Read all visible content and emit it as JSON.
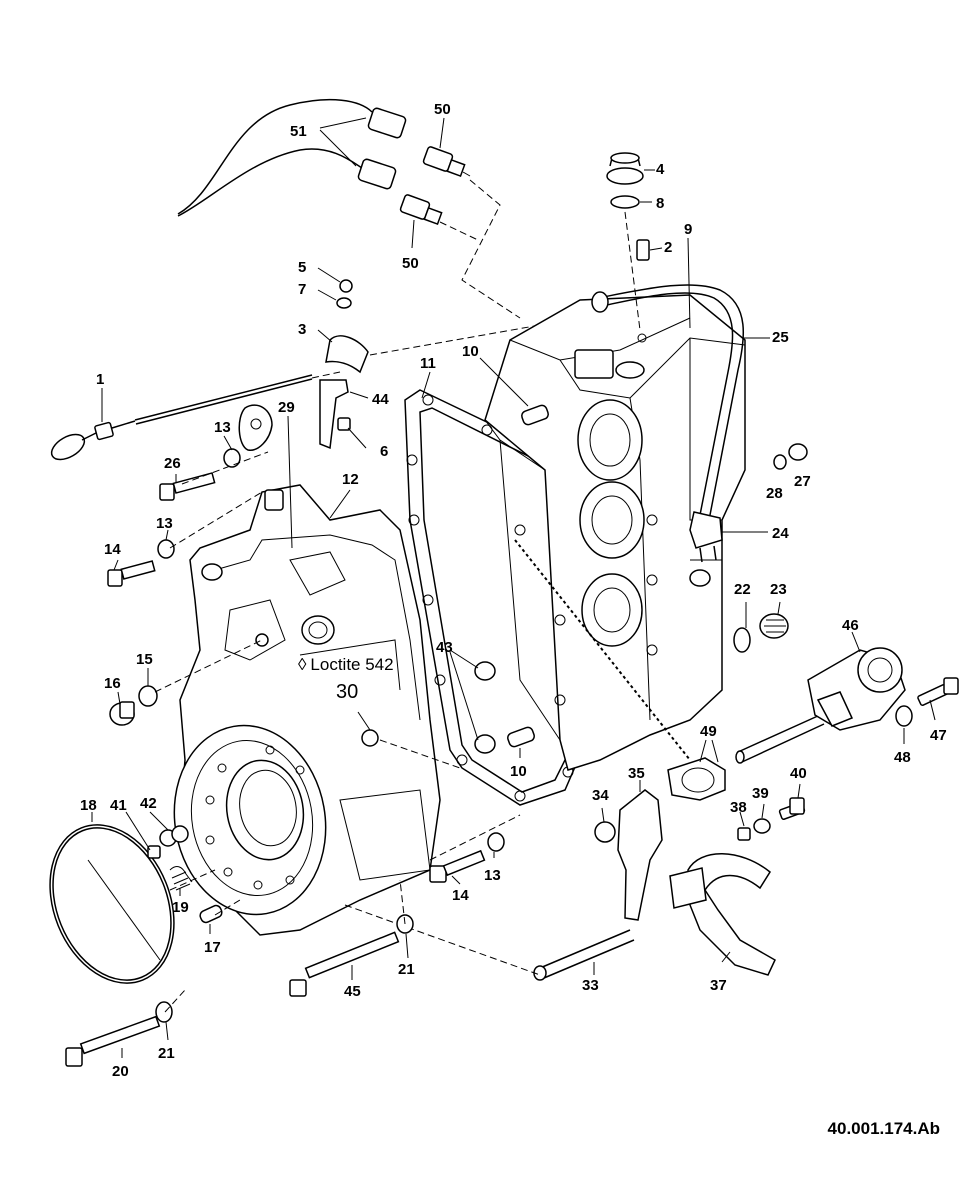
{
  "reference_code": "40.001.174.Ab",
  "note": {
    "text": "Loctite 542",
    "symbol": "◊"
  },
  "callouts": [
    {
      "id": "c1",
      "text": "1"
    },
    {
      "id": "c2",
      "text": "2"
    },
    {
      "id": "c3",
      "text": "3"
    },
    {
      "id": "c4",
      "text": "4"
    },
    {
      "id": "c5",
      "text": "5"
    },
    {
      "id": "c6",
      "text": "6"
    },
    {
      "id": "c7",
      "text": "7"
    },
    {
      "id": "c8",
      "text": "8"
    },
    {
      "id": "c9",
      "text": "9"
    },
    {
      "id": "c10a",
      "text": "10"
    },
    {
      "id": "c10b",
      "text": "10"
    },
    {
      "id": "c11",
      "text": "11"
    },
    {
      "id": "c12",
      "text": "12"
    },
    {
      "id": "c13a",
      "text": "13"
    },
    {
      "id": "c13b",
      "text": "13"
    },
    {
      "id": "c13c",
      "text": "13"
    },
    {
      "id": "c14a",
      "text": "14"
    },
    {
      "id": "c14b",
      "text": "14"
    },
    {
      "id": "c15",
      "text": "15"
    },
    {
      "id": "c16",
      "text": "16"
    },
    {
      "id": "c17",
      "text": "17"
    },
    {
      "id": "c18",
      "text": "18"
    },
    {
      "id": "c19",
      "text": "19"
    },
    {
      "id": "c20",
      "text": "20"
    },
    {
      "id": "c21a",
      "text": "21"
    },
    {
      "id": "c21b",
      "text": "21"
    },
    {
      "id": "c22",
      "text": "22"
    },
    {
      "id": "c23",
      "text": "23"
    },
    {
      "id": "c24",
      "text": "24"
    },
    {
      "id": "c25",
      "text": "25"
    },
    {
      "id": "c26",
      "text": "26"
    },
    {
      "id": "c27",
      "text": "27"
    },
    {
      "id": "c28",
      "text": "28"
    },
    {
      "id": "c29",
      "text": "29"
    },
    {
      "id": "c30",
      "text": "30"
    },
    {
      "id": "c33",
      "text": "33"
    },
    {
      "id": "c34",
      "text": "34"
    },
    {
      "id": "c35",
      "text": "35"
    },
    {
      "id": "c37",
      "text": "37"
    },
    {
      "id": "c38",
      "text": "38"
    },
    {
      "id": "c39",
      "text": "39"
    },
    {
      "id": "c40",
      "text": "40"
    },
    {
      "id": "c41",
      "text": "41"
    },
    {
      "id": "c42",
      "text": "42"
    },
    {
      "id": "c43",
      "text": "43"
    },
    {
      "id": "c44",
      "text": "44"
    },
    {
      "id": "c45",
      "text": "45"
    },
    {
      "id": "c46",
      "text": "46"
    },
    {
      "id": "c47",
      "text": "47"
    },
    {
      "id": "c48",
      "text": "48"
    },
    {
      "id": "c49",
      "text": "49"
    },
    {
      "id": "c50a",
      "text": "50"
    },
    {
      "id": "c50b",
      "text": "50"
    },
    {
      "id": "c51",
      "text": "51"
    }
  ]
}
